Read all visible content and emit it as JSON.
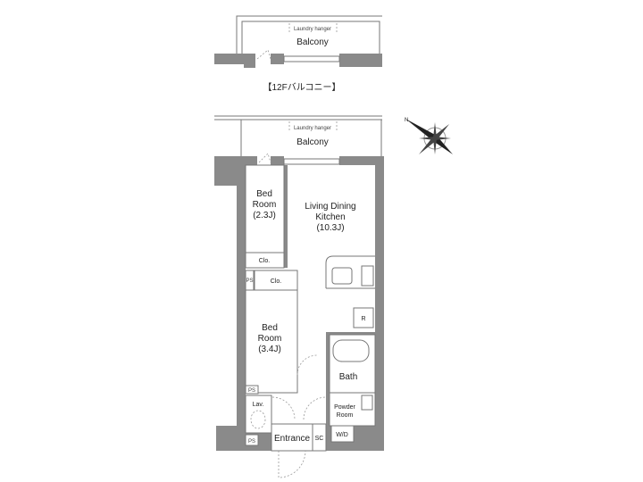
{
  "balcony_12f": {
    "hanger": "Laundry hanger",
    "name": "Balcony",
    "caption": "【12Fバルコニー】"
  },
  "balcony": {
    "hanger": "Laundry hanger",
    "name": "Balcony"
  },
  "compass": {
    "north_label": "N",
    "icon": "compass-rose-icon"
  },
  "rooms": {
    "bed1": {
      "line1": "Bed",
      "line2": "Room",
      "size": "(2.3J)"
    },
    "ldk": {
      "line1": "Living Dining",
      "line2": "Kitchen",
      "size": "(10.3J)"
    },
    "clo1": "Clo.",
    "clo2": "Clo.",
    "ps_upper": "PS",
    "bed2": {
      "line1": "Bed",
      "line2": "Room",
      "size": "(3.4J)"
    },
    "refrigerator": "R",
    "bath": "Bath",
    "powder": {
      "line1": "Powder",
      "line2": "Room"
    },
    "ps_mid": "PS",
    "lav": "Lav.",
    "ps_low": "PS",
    "entrance": "Entrance",
    "sc": "SC",
    "wd": "W/D"
  }
}
